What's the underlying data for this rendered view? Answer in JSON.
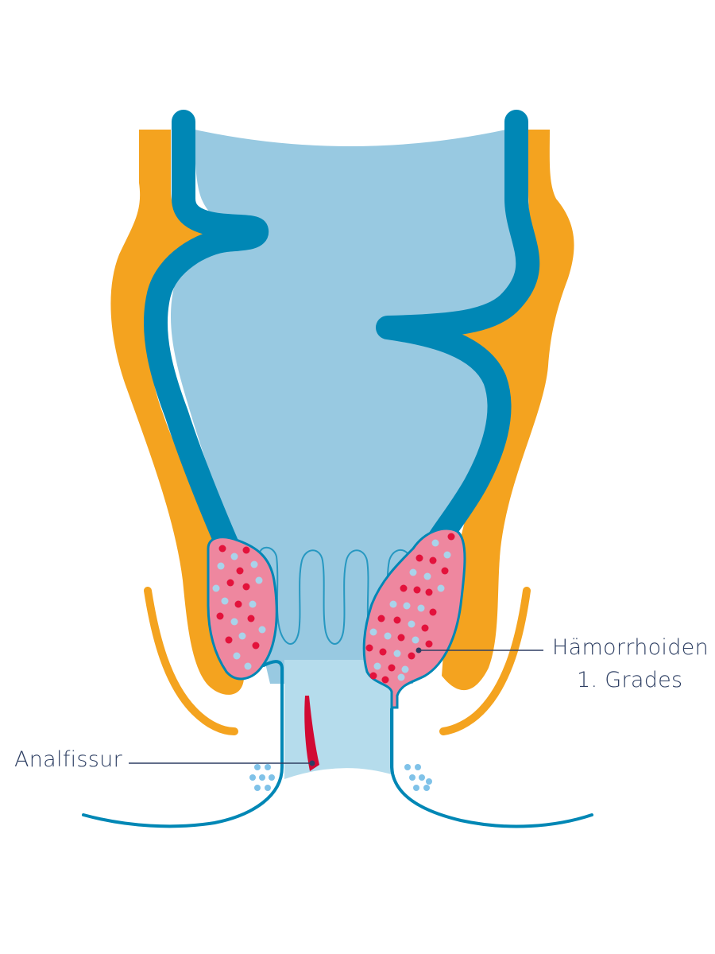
{
  "labels": {
    "analfissur": "Analfissur",
    "haemorrhoiden_line1": "Hämorrhoiden",
    "haemorrhoiden_line2": "1. Grades"
  },
  "colors": {
    "lumen": "#98c9e1",
    "lumen_light": "#b5dcec",
    "wall": "#0087b5",
    "muscle": "#f4a31f",
    "haemorrhoid": "#ee879f",
    "dot_red": "#e3123b",
    "dot_light": "#a9d3ea",
    "fissure": "#d10a33",
    "leader": "#2e3f63",
    "skin_dots": "#7fc2e8"
  }
}
